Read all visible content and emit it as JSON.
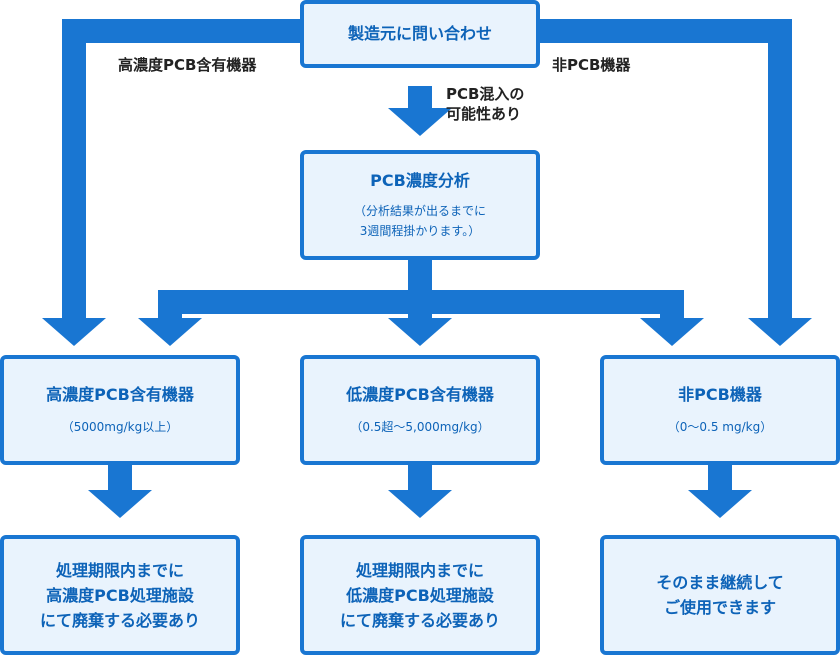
{
  "colors": {
    "accent": "#1976d2",
    "box_fill": "#e9f3fd",
    "text_blue": "#0d63b8",
    "label_text": "#222222"
  },
  "top": {
    "label": "製造元に問い合わせ"
  },
  "branch_left": {
    "label": "高濃度PCB含有機器"
  },
  "branch_right": {
    "label": "非PCB機器"
  },
  "branch_mid": {
    "line1": "PCB混入の",
    "line2": "可能性あり"
  },
  "analysis": {
    "title": "PCB濃度分析",
    "note1": "（分析結果が出るまでに",
    "note2": "3週間程掛かります。）"
  },
  "categories": [
    {
      "title": "高濃度PCB含有機器",
      "range": "（5000mg/kg以上）"
    },
    {
      "title": "低濃度PCB含有機器",
      "range": "（0.5超～5,000mg/kg）"
    },
    {
      "title": "非PCB機器",
      "range": "（0～0.5 mg/kg）"
    }
  ],
  "outcomes": [
    {
      "line1": "処理期限内までに",
      "line2": "高濃度PCB処理施設",
      "line3": "にて廃棄する必要あり"
    },
    {
      "line1": "処理期限内までに",
      "line2": "低濃度PCB処理施設",
      "line3": "にて廃棄する必要あり"
    },
    {
      "line1": "そのまま継続して",
      "line2": "ご使用できます"
    }
  ]
}
